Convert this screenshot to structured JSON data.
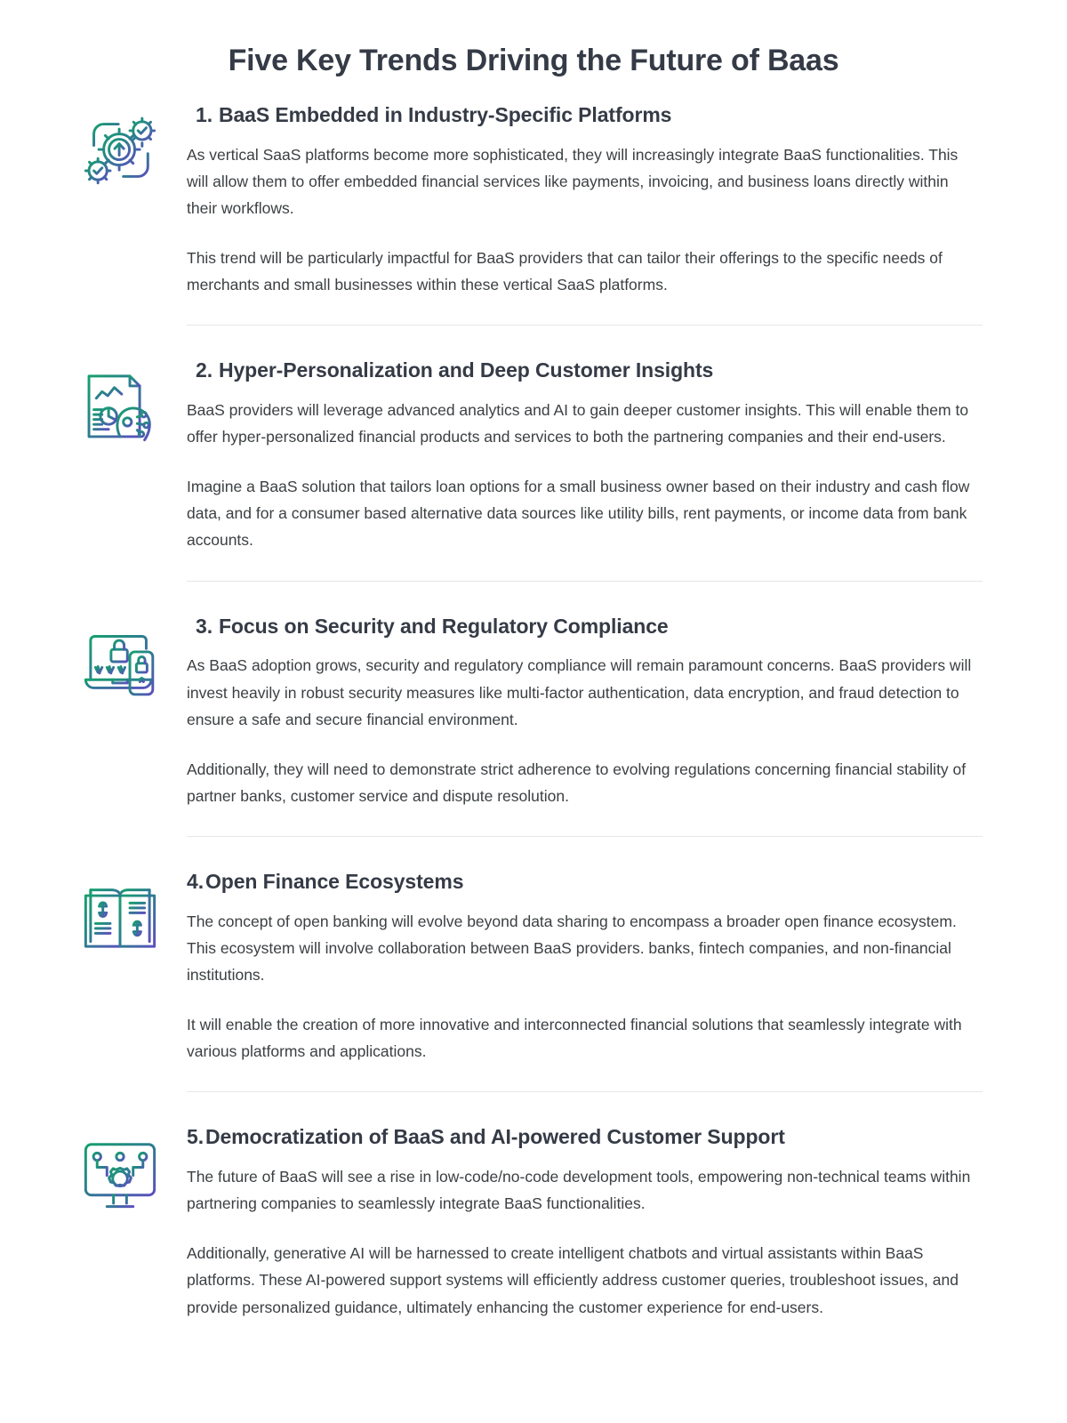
{
  "document": {
    "title": "Five Key Trends Driving the Future of Baas",
    "title_color": "#353b46",
    "body_text_color": "#3c4043",
    "divider_color": "#e7e7e9",
    "icon_gradient_start": "#1a9e6e",
    "icon_gradient_end": "#5b4fbe",
    "background": "#ffffff"
  },
  "sections": [
    {
      "number": "1.",
      "heading": "BaaS Embedded in Industry-Specific Platforms",
      "icon": "gears-upload-check-icon",
      "paragraphs": [
        "As vertical SaaS platforms become more sophisticated, they will increasingly integrate BaaS functionalities. This will allow them to offer embedded financial services like payments, invoicing, and business loans directly within their workflows.",
        "This trend will be particularly impactful for BaaS providers that can tailor their offerings to the specific needs of merchants and small businesses within these vertical SaaS platforms."
      ]
    },
    {
      "number": "2.",
      "heading": "Hyper-Personalization and Deep Customer Insights",
      "icon": "analytics-report-ai-head-icon",
      "paragraphs": [
        "BaaS providers will leverage advanced analytics and AI to gain deeper customer insights. This will enable them to offer hyper-personalized financial products and services to both the partnering companies and their end-users.",
        "Imagine a BaaS solution that tailors loan options for a small business owner based on their industry and cash flow data, and for a consumer based alternative data sources like utility bills, rent payments, or income data from bank accounts."
      ]
    },
    {
      "number": "3.",
      "heading": "Focus on Security and Regulatory Compliance",
      "icon": "laptop-phone-password-lock-icon",
      "paragraphs": [
        "As BaaS adoption grows, security and regulatory compliance will remain paramount concerns. BaaS providers will invest heavily in robust security measures like multi-factor authentication, data encryption, and fraud detection to ensure a safe and secure financial environment.",
        "Additionally, they will need to demonstrate strict adherence to evolving regulations concerning financial stability of partner banks, customer service and dispute resolution."
      ]
    },
    {
      "number": "4.",
      "heading": "Open Finance Ecosystems",
      "icon": "open-book-dollar-icon",
      "paragraphs": [
        "The concept of open banking will evolve beyond data sharing to encompass a broader open finance ecosystem. This ecosystem will involve collaboration between BaaS providers. banks, fintech companies, and non-financial institutions.",
        "It will enable the creation of more innovative and interconnected financial solutions that seamlessly integrate with various platforms and applications."
      ]
    },
    {
      "number": "5.",
      "heading": "Democratization of BaaS and AI-powered Customer Support",
      "icon": "monitor-gear-network-icon",
      "paragraphs": [
        "The future of BaaS will see a rise in low-code/no-code development tools, empowering non-technical teams within partnering companies to seamlessly integrate BaaS functionalities.",
        "Additionally, generative AI will be harnessed to create intelligent chatbots and virtual assistants within BaaS platforms. These AI-powered support systems will efficiently address customer queries, troubleshoot issues, and provide personalized guidance, ultimately enhancing the customer experience for end-users."
      ]
    }
  ]
}
